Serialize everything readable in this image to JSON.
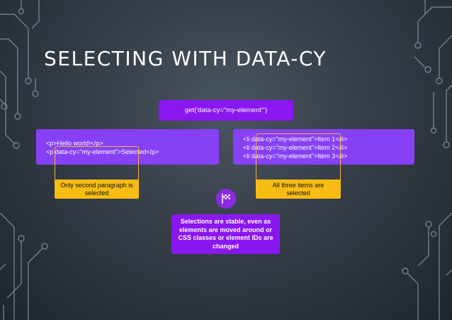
{
  "slide": {
    "title": "SELECTING WITH DATA-CY",
    "get_call": "get('data-cy=\"my-element\"')",
    "left_code": [
      "<p>Hello world!</p>",
      "<p data-cy=\"my-element\">Selected</p>"
    ],
    "right_code": [
      "<li data-cy=\"my-element\">Item 1</li>",
      "<li data-cy=\"my-element\">Item 2</li>",
      "<li data-cy=\"my-element\">Item 3</li>"
    ],
    "left_note": "Only second paragraph is selected",
    "right_note": "All three items are selected",
    "summary": "Selections are stable, even as elements are moved around or CSS classes or element IDs are changed"
  },
  "colors": {
    "purple": "#8a17f0",
    "yellow": "#f7bd15",
    "circuit": "#9aa6b2"
  },
  "icons": {
    "flag": "checkered-flag-icon"
  }
}
